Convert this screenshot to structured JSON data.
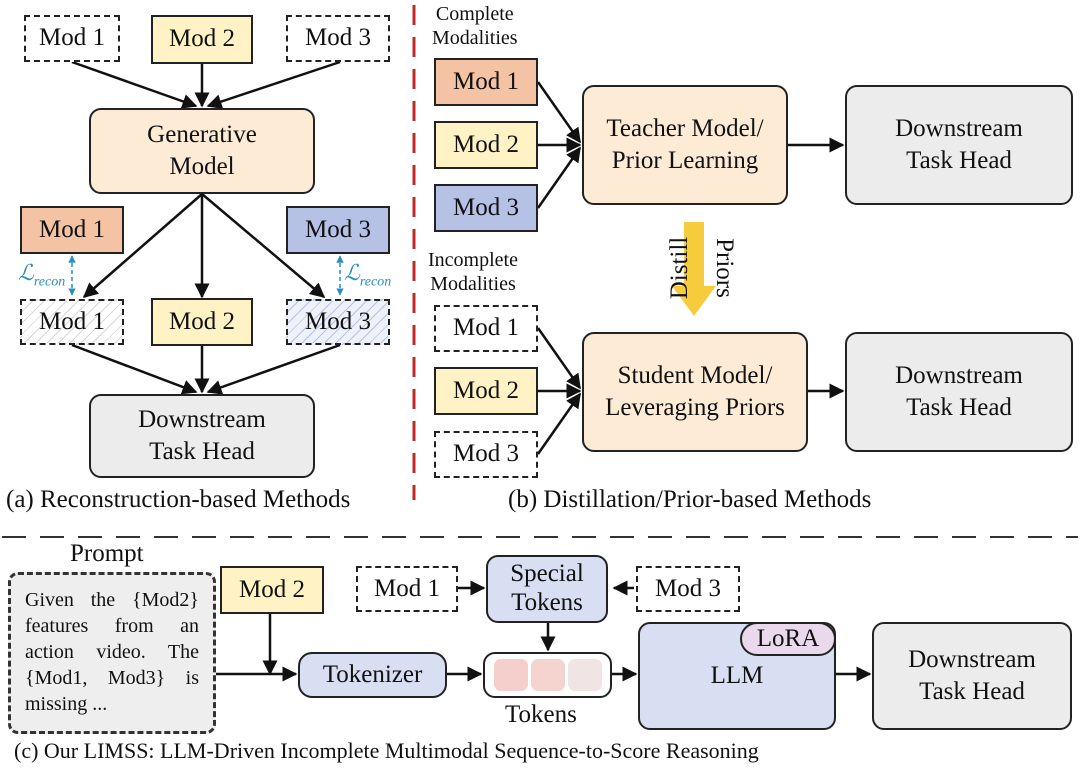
{
  "panel_a": {
    "top_mods": [
      "Mod 1",
      "Mod 2",
      "Mod 3"
    ],
    "generative_model": "Generative\nModel",
    "gt_mods": [
      "Mod 1",
      "Mod 3"
    ],
    "loss_symbol": "ℒ",
    "loss_subscript": "recon",
    "recon_mods": [
      "Mod 1",
      "Mod 2",
      "Mod 3"
    ],
    "downstream": "Downstream\nTask Head",
    "caption": "(a) Reconstruction-based Methods"
  },
  "panel_b": {
    "complete_label": "Complete\nModalities",
    "complete_mods": [
      "Mod 1",
      "Mod 2",
      "Mod 3"
    ],
    "teacher": "Teacher Model/\nPrior Learning",
    "downstream_top": "Downstream\nTask Head",
    "distill_label": "Distill",
    "priors_label": "Priors",
    "incomplete_label": "Incomplete\nModalities",
    "incomplete_mods": [
      "Mod 1",
      "Mod 2",
      "Mod 3"
    ],
    "student": "Student Model/\nLeveraging Priors",
    "downstream_bottom": "Downstream\nTask Head",
    "caption": "(b) Distillation/Prior-based Methods"
  },
  "panel_c": {
    "prompt_title": "Prompt",
    "prompt_text": "Given the {Mod2} features from an action video. The {Mod1, Mod3} is missing ...",
    "mod2": "Mod 2",
    "mod1": "Mod 1",
    "mod3": "Mod 3",
    "special_tokens": "Special\nTokens",
    "tokenizer": "Tokenizer",
    "tokens_label": "Tokens",
    "llm": "LLM",
    "lora": "LoRA",
    "downstream": "Downstream\nTask Head",
    "caption": "(c) Our LIMSS:  LLM-Driven Incomplete Multimodal Sequence-to-Score Reasoning"
  },
  "colors": {
    "modality_yellow": "#fff2c4",
    "modality_orange": "#f4c3a4",
    "modality_blue": "#b5c2e5",
    "model_cream": "#fdebd6",
    "head_gray": "#ececec",
    "llm_blue": "#d8dff2",
    "divider_red": "#c0282d",
    "distill_arrow": "#f6cc3d",
    "loss_blue": "#2a8fbf"
  }
}
